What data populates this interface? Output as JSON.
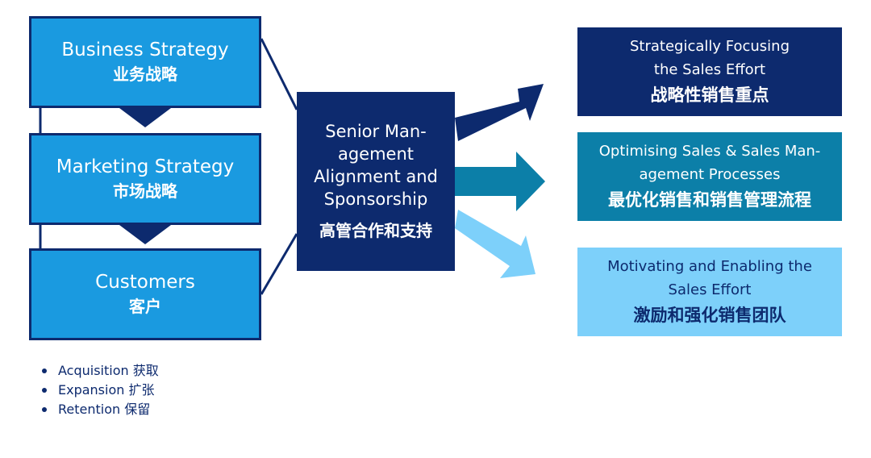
{
  "colors": {
    "navy": "#0d2a6e",
    "blue": "#1a9ae0",
    "teal": "#0c7fa8",
    "light_blue": "#7dd0fa"
  },
  "left_boxes": [
    {
      "en": "Business Strategy",
      "zh": "业务战略"
    },
    {
      "en": "Marketing Strategy",
      "zh": "市场战略"
    },
    {
      "en": "Customers",
      "zh": "客户"
    }
  ],
  "center": {
    "en": "Senior Man-\nagement\nAlignment and\nSponsorship",
    "zh": "高管合作和支持"
  },
  "right_boxes": [
    {
      "en": "Strategically Focusing\nthe Sales Effort",
      "zh": "战略性销售重点"
    },
    {
      "en": "Optimising Sales & Sales Man-\nagement Processes",
      "zh": "最优化销售和销售管理流程"
    },
    {
      "en": "Motivating and Enabling the\nSales Effort",
      "zh": "激励和强化销售团队"
    }
  ],
  "customer_bullets": [
    "Acquisition 获取",
    "Expansion 扩张",
    "Retention 保留"
  ]
}
